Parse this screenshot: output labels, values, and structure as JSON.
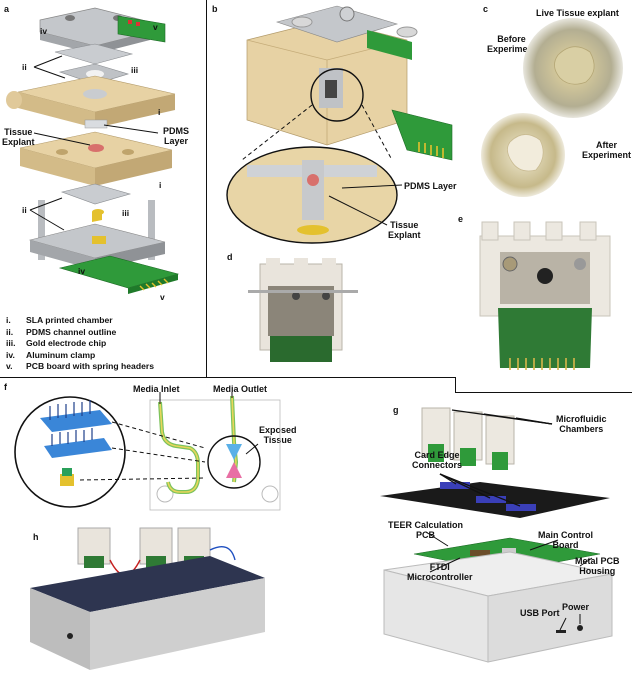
{
  "panels": {
    "a": {
      "letter": "a",
      "callouts": {
        "iv_top": "iv",
        "v_top": "v",
        "ii_top": "ii",
        "iii_top": "iii",
        "i_top": "i",
        "tissue_explant": "Tissue\nExplant",
        "pdms_layer": "PDMS\nLayer",
        "i_mid": "i",
        "ii_bottom": "ii",
        "iii_bottom": "iii",
        "iv_bottom": "iv",
        "v_bottom": "v"
      },
      "legend": [
        {
          "num": "i.",
          "text": "SLA printed chamber"
        },
        {
          "num": "ii.",
          "text": "PDMS channel outline"
        },
        {
          "num": "iii.",
          "text": "Gold electrode chip"
        },
        {
          "num": "iv.",
          "text": "Aluminum clamp"
        },
        {
          "num": "v.",
          "text": "PCB board with spring headers"
        }
      ]
    },
    "b": {
      "letter": "b",
      "pdms_layer": "PDMS Layer",
      "tissue_explant": "Tissue\nExplant"
    },
    "c": {
      "letter": "c",
      "title": "Live Tissue explant",
      "before": "Before\nExperiment",
      "after": "After\nExperiment"
    },
    "d": {
      "letter": "d"
    },
    "e": {
      "letter": "e"
    },
    "f": {
      "letter": "f",
      "media_inlet": "Media Inlet",
      "media_outlet": "Media Outlet",
      "exposed_tissue": "Exposed\nTissue"
    },
    "g": {
      "letter": "g",
      "microfluidic": "Microfluidic\nChambers",
      "card_edge": "Card Edge\nConnectors",
      "teer": "TEER Calculation\nPCB",
      "main_control": "Main Control\nBoard",
      "ftdi": "FTDI\nMicrocontroller",
      "metal_housing": "Metal PCB\nHousing",
      "usb_port": "USB Port",
      "power": "Power"
    },
    "h": {
      "letter": "h"
    }
  },
  "colors": {
    "resin": "#e7d2a4",
    "aluminum": "#b9bcc0",
    "pcb": "#2f9a3a",
    "gold": "#e4c12e",
    "pdms": "#d9dce0",
    "tissue": "#d8706c"
  }
}
